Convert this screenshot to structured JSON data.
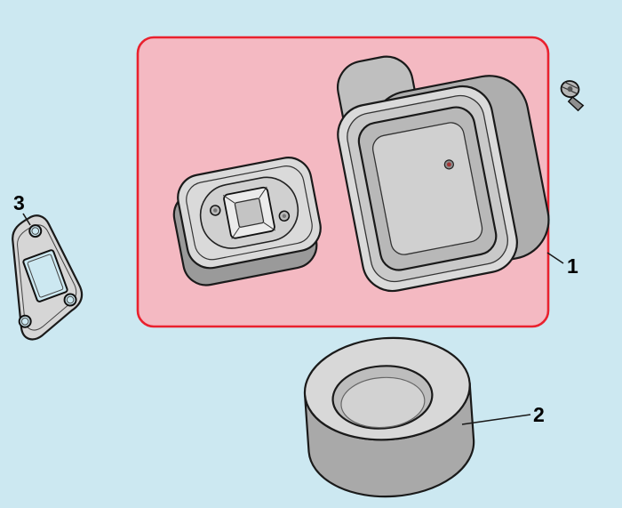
{
  "figure": {
    "type": "exploded-parts-diagram",
    "description": "air filter assembly parts view"
  },
  "colors": {
    "background": "#cce8f1",
    "highlight_fill": "#f4b9c2",
    "highlight_stroke": "#e9212e",
    "part_fill": "#d8d8d8",
    "part_shade": "#a8a8a8",
    "outline": "#1a1a1a",
    "label": "#000000"
  },
  "callouts": [
    {
      "label": "1",
      "part": "air-box-assembly-highlighted"
    },
    {
      "label": "2",
      "part": "air-filter-element"
    },
    {
      "label": "3",
      "part": "intake-gasket"
    }
  ]
}
